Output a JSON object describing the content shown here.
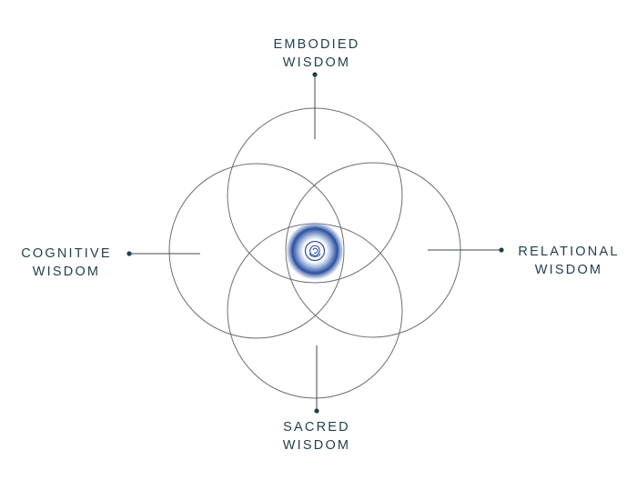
{
  "diagram": {
    "labels": {
      "top": {
        "line1": "EMBODIED",
        "line2": "WISDOM"
      },
      "bottom": {
        "line1": "SACRED",
        "line2": "WISDOM"
      },
      "left": {
        "line1": "COGNITIVE",
        "line2": "WISDOM"
      },
      "right": {
        "line1": "RELATIONAL",
        "line2": "WISDOM"
      }
    },
    "center_icon": "rose-emblem-icon",
    "colors": {
      "text": "#1f3f4c",
      "circle_stroke": "#6e6e6e",
      "connector": "#1f3f4c",
      "center_glow": "#2b4f9e"
    }
  }
}
